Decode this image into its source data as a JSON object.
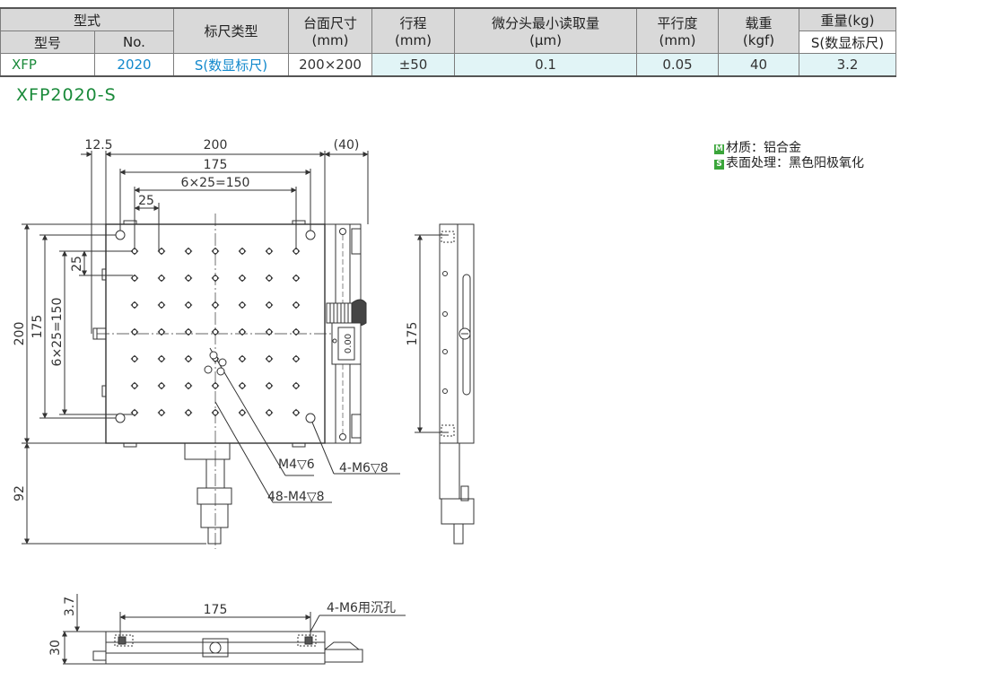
{
  "table": {
    "header": {
      "model_group": "型式",
      "model": "型号",
      "no": "No.",
      "scale_type": "标尺类型",
      "table_size_line1": "台面尺寸",
      "table_size_line2": "(mm)",
      "stroke_line1": "行程",
      "stroke_line2": "(mm)",
      "resolution_line1": "微分头最小读取量",
      "resolution_line2": "(μm)",
      "parallelism_line1": "平行度",
      "parallelism_line2": "(mm)",
      "load_line1": "载重",
      "load_line2": "(kgf)",
      "weight_line1": "重量(kg)",
      "weight_line2": "S(数显标尺)"
    },
    "row": {
      "model": "XFP",
      "no": "2020",
      "scale_type": "S(数显标尺)",
      "table_size": "200×200",
      "stroke": "±50",
      "resolution": "0.1",
      "parallelism": "0.05",
      "load": "40",
      "weight": "3.2"
    }
  },
  "drawing": {
    "title": "XFP2020-S",
    "notes": {
      "material_tag": "M",
      "material": "材质：铝合金",
      "surface_tag": "S",
      "surface": "表面处理：黑色阳极氧化"
    },
    "dims": {
      "d12_5": "12.5",
      "d200_top": "200",
      "d40": "(40)",
      "d175_top": "175",
      "d150_top": "6×25=150",
      "d25_top": "25",
      "d200_left": "200",
      "d175_left": "175",
      "d150_left": "6×25=150",
      "d25_left": "25",
      "d92": "92",
      "d175_side": "175",
      "d3_7": "3.7",
      "d30": "30",
      "d175_bottom": "175"
    },
    "callouts": {
      "m4_6": "M4▽6",
      "m6_4": "4-M6▽8",
      "m4_48": "48-M4▽8",
      "counterbore": "4-M6用沉孔"
    },
    "readout": "0.00",
    "colors": {
      "green": "#1a8a3a",
      "blue": "#1188cc",
      "cyan": "#e1f4f6",
      "header": "#d9d9d9"
    }
  }
}
